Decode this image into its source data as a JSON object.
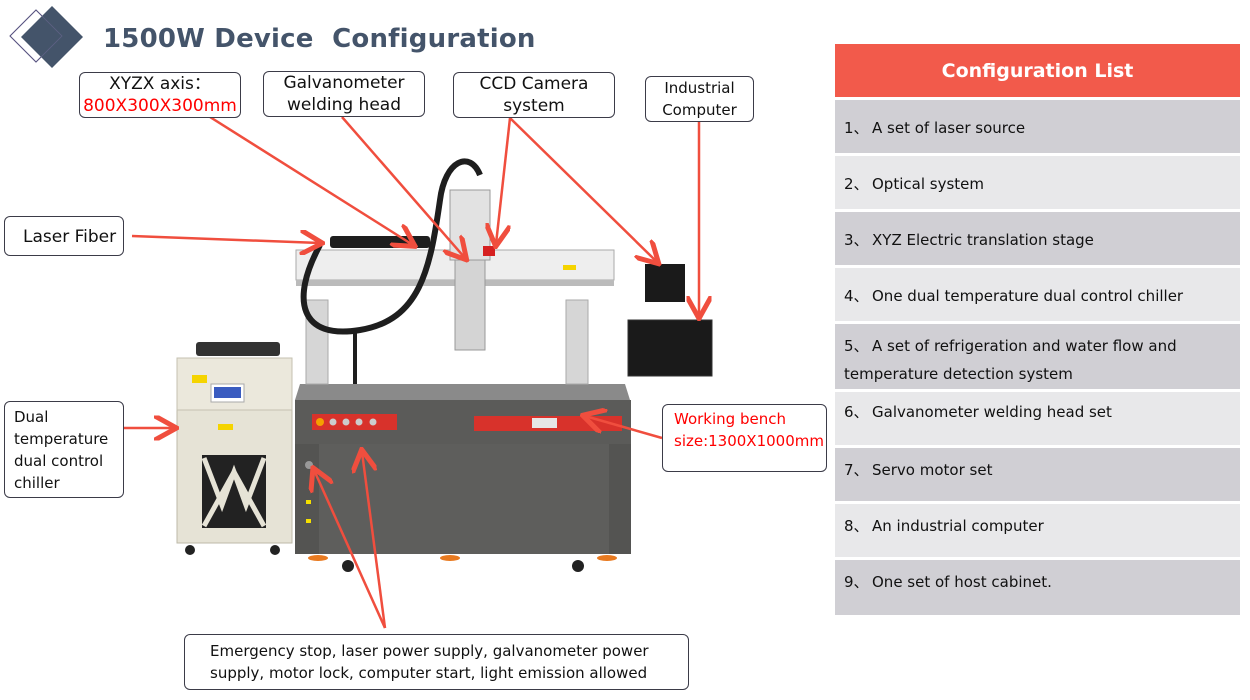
{
  "header": {
    "title": "1500W Device  Configuration",
    "logo_icon": "diamond-logo-icon"
  },
  "colors": {
    "title": "#44546a",
    "accent_red": "#f25a4b",
    "arrow": "#f04e3e",
    "row_dark": "#d0cfd4",
    "row_light": "#e8e8ea",
    "highlight_text": "#ff0000"
  },
  "callouts": {
    "xyz_axis": {
      "line1": "XYZX axis：",
      "line2": "800X300X300mm"
    },
    "galvo_head": {
      "line1": "Galvanometer",
      "line2": "welding head"
    },
    "ccd_camera": {
      "line1": "CCD Camera",
      "line2": "system"
    },
    "industrial_computer": {
      "line1": "Industrial",
      "line2": "Computer"
    },
    "laser_fiber": {
      "text": "Laser Fiber"
    },
    "chiller": {
      "line1": "Dual",
      "line2": "temperature",
      "line3": "dual control",
      "line4": "chiller"
    },
    "working_bench": {
      "line1": "Working bench",
      "line2": "size:1300X1000mm"
    },
    "controls": {
      "line1": "Emergency stop, laser power supply, galvanometer power",
      "line2": "supply, motor lock, computer start, light emission allowed"
    }
  },
  "config_list": {
    "title": "Configuration List",
    "items": [
      {
        "num": "1、",
        "text": "A set of laser source"
      },
      {
        "num": "2、",
        "text": "Optical system"
      },
      {
        "num": "3、",
        "text": "XYZ Electric translation stage"
      },
      {
        "num": "4、",
        "text": "One dual temperature dual control chiller"
      },
      {
        "num": "5、",
        "text": "A set of refrigeration and water flow and",
        "text2": "temperature detection system"
      },
      {
        "num": "6、",
        "text": "Galvanometer welding head set"
      },
      {
        "num": "7、",
        "text": "Servo motor set"
      },
      {
        "num": "8、",
        "text": "An industrial computer"
      },
      {
        "num": "9、",
        "text": "One set of host cabinet."
      }
    ]
  }
}
